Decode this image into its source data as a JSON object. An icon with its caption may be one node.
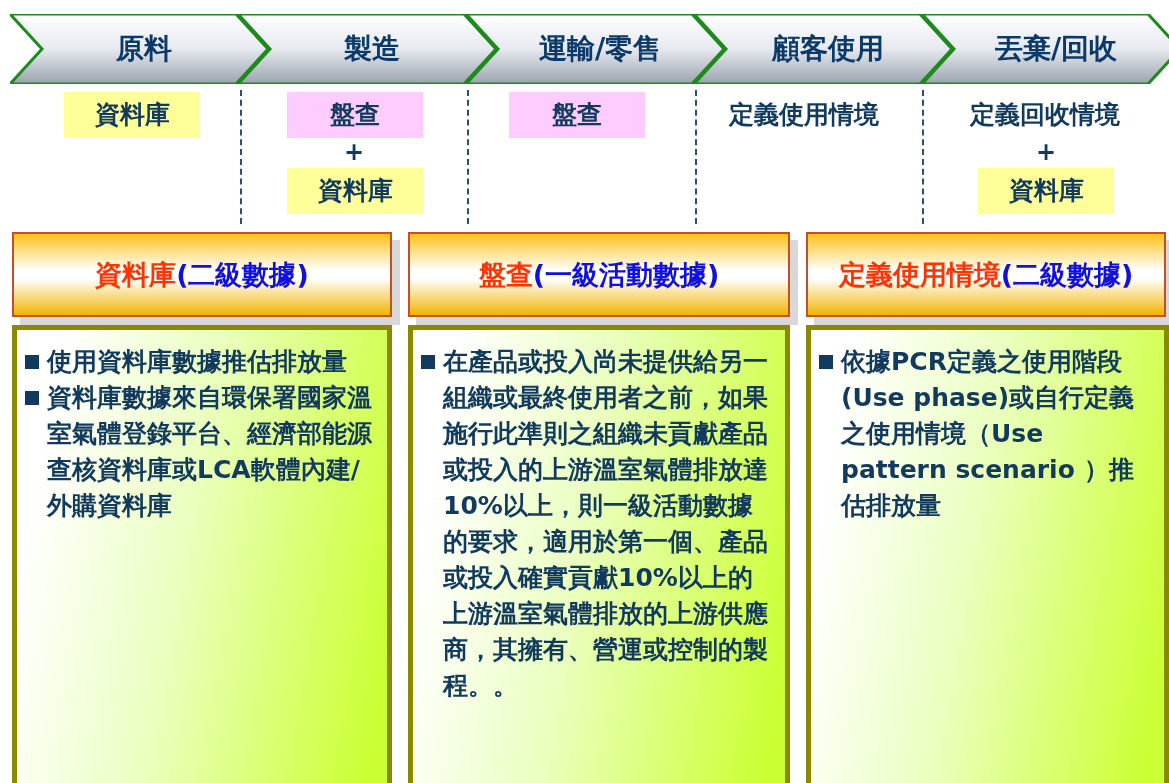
{
  "diagram": {
    "nodes": [
      {
        "text": [
          "原料"
        ]
      },
      {
        "text": [
          "製造"
        ]
      },
      {
        "text": [
          "運輸/零售"
        ]
      },
      {
        "text": [
          "顧客使用"
        ]
      },
      {
        "text": [
          "丟棄/回收"
        ]
      },
      {
        "text": [
          "資料庫"
        ]
      },
      {
        "text": [
          "盤查"
        ]
      },
      {
        "text": [
          "資料庫"
        ]
      },
      {
        "text": [
          "盤查"
        ]
      },
      {
        "text": [
          "定義使用情境"
        ]
      },
      {
        "text": [
          "定義回收情境"
        ]
      },
      {
        "text": [
          "資料庫"
        ]
      },
      {
        "text": [
          "資料庫(二級數據)"
        ]
      },
      {
        "text": [
          "盤查(一級活動數據)"
        ]
      },
      {
        "text": [
          "定義使用情境(二級數據)"
        ]
      },
      {
        "text": [
          "使用資料庫數據推估排放量",
          "資料庫數據來自環保署國家溫室氣體登錄平台、經濟部能源查核資料庫或LCA軟體內建/外購資料庫"
        ]
      },
      {
        "text": [
          "在產品或投入尚未提供給另一組織或最終使用者之前，如果施行此準則之組織未貢獻產品或投入的上游溫室氣體排放達10%以上，則一級活動數據的要求，適用於第一個、產品或投入確實貢獻10%以上的上游溫室氣體排放的上游供應商，其擁有、營運或控制的製程。。"
        ]
      },
      {
        "text": [
          "依據PCR定義之使用階段(Use phase)或自行定義之使用情境（Use pattern scenario ）推估排放量"
        ]
      }
    ],
    "labels": [
      "+",
      "+"
    ]
  }
}
